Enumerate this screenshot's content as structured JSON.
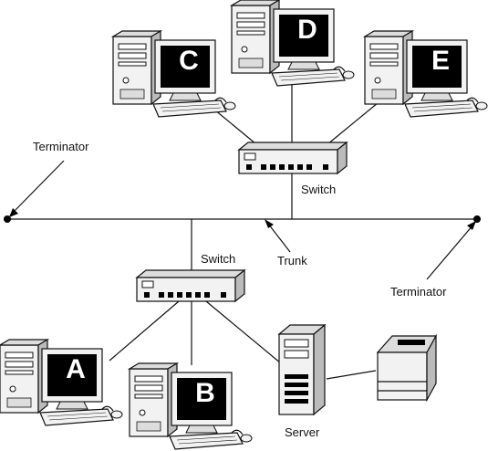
{
  "labels": {
    "terminator_left": "Terminator",
    "terminator_right": "Terminator",
    "switch_top": "Switch",
    "switch_bottom": "Switch",
    "trunk": "Trunk",
    "server": "Server"
  },
  "computers": [
    {
      "id": "a",
      "letter": "A"
    },
    {
      "id": "b",
      "letter": "B"
    },
    {
      "id": "c",
      "letter": "C"
    },
    {
      "id": "d",
      "letter": "D"
    },
    {
      "id": "e",
      "letter": "E"
    }
  ],
  "colors": {
    "line": "#111111",
    "device_fill": "#f2f2f2",
    "screen_fill": "#000000"
  }
}
